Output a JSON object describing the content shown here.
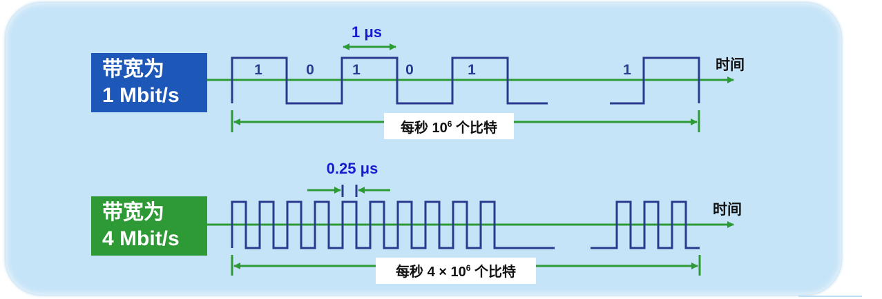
{
  "top": {
    "label_line1": "带宽为",
    "label_line2": "1 Mbit/s",
    "bits": [
      "1",
      "0",
      "1",
      "0",
      "1"
    ],
    "last_bit": "1",
    "period": "1 μs",
    "time_axis": "时间",
    "count": "每秒 10",
    "count_exp": "6",
    "count_suffix": " 个比特"
  },
  "bottom": {
    "label_line1": "带宽为",
    "label_line2": "4 Mbit/s",
    "period": "0.25 μs",
    "time_axis": "时间",
    "count": "每秒 4 × 10",
    "count_exp": "6",
    "count_suffix": " 个比特"
  },
  "colors": {
    "panel": "#c6e4f8",
    "blue_label": "#1d58b9",
    "green_label": "#2e9a35",
    "signal": "#2a3a8f",
    "axis": "#2e9a35",
    "period_text": "#1a1ad0"
  }
}
